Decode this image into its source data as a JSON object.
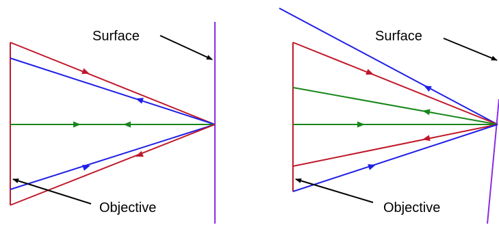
{
  "labels": {
    "surface_left": "Surface",
    "surface_right": "Surface",
    "objective_left": "Objective",
    "objective_right": "Objective"
  },
  "colors": {
    "red_ray": "#c0182a",
    "blue_ray": "#1f1fe6",
    "green_ray": "#17861a",
    "surface": "#8a2be2",
    "objective": "#c0182a",
    "pointer": "#000000"
  }
}
